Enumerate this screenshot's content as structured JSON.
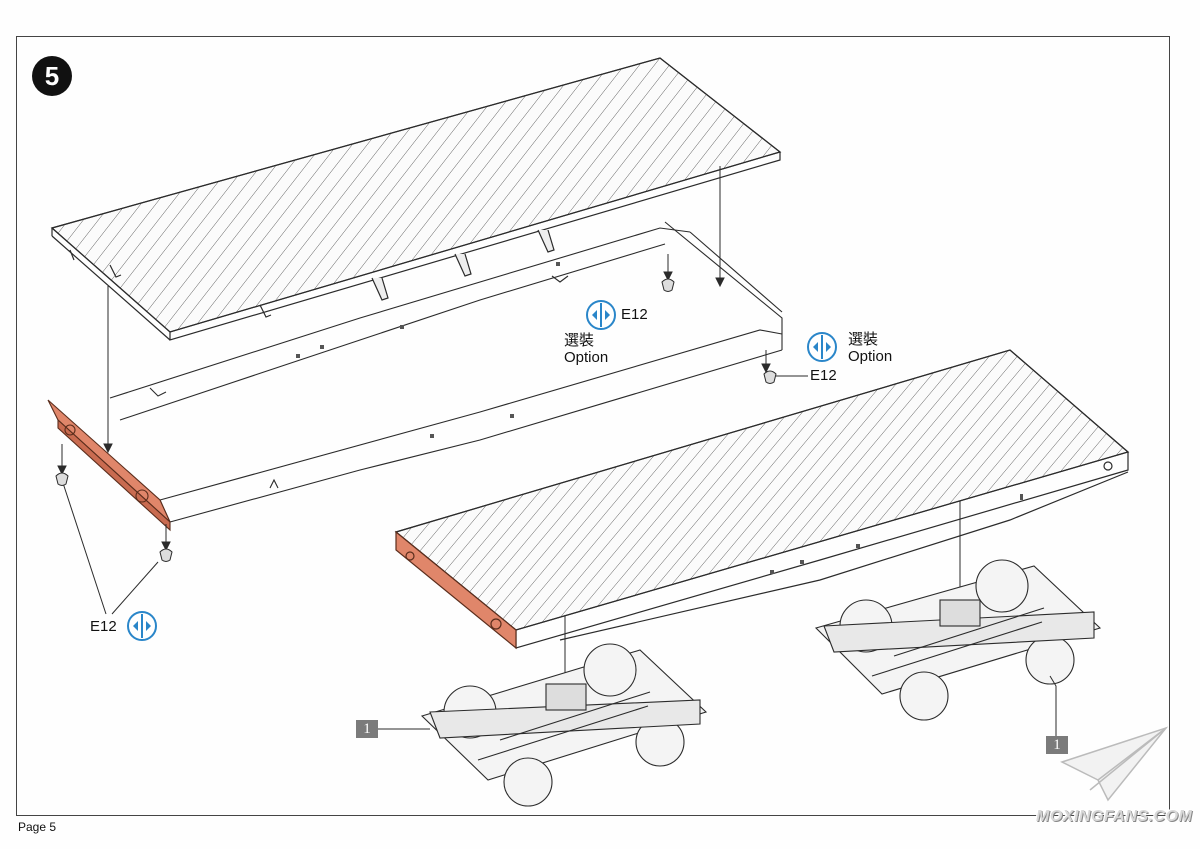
{
  "page": {
    "step_number": "5",
    "page_label": "Page 5",
    "watermark_text": "MOXINGFANS.COM"
  },
  "callouts": {
    "option_top": {
      "part": "E12",
      "zh": "選裝",
      "en": "Option"
    },
    "option_right": {
      "part": "E12",
      "zh": "選裝",
      "en": "Option"
    },
    "bottom_left": {
      "part": "E12"
    }
  },
  "part_tags": {
    "bogie_left": "1",
    "bogie_right": "1"
  },
  "icons": {
    "symmetry": "symmetry-icon",
    "logo": "paper-plane-logo-icon"
  },
  "colors": {
    "accent_blue": "#2a86c9",
    "buffer_beam": "#e0866a",
    "line": "#2b2b2b",
    "tag_gray": "#7b7b7b"
  }
}
